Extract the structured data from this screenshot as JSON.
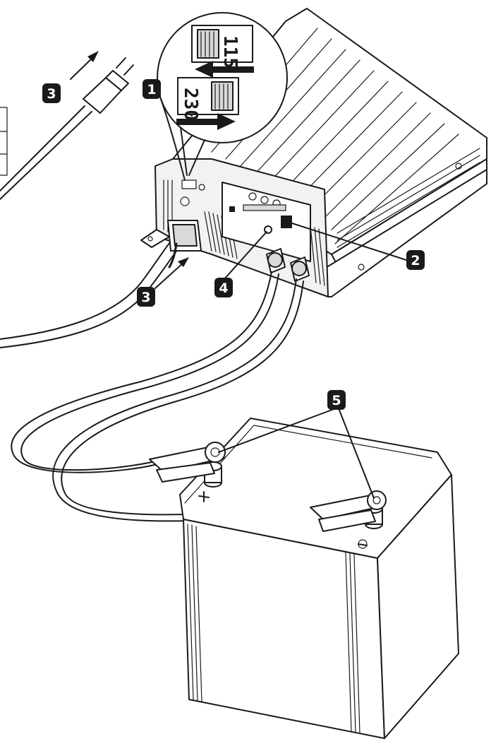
{
  "callouts": {
    "voltage_switch": "1",
    "indicator_panel": "2",
    "ac_cord_plug": "3",
    "ac_cord_inlet": "3",
    "reset_button": "4",
    "battery_clamps": "5"
  },
  "voltage_switch": {
    "setting_115": "115",
    "setting_230": "230"
  },
  "colors": {
    "line": "#1a1a1a",
    "badge": "#1a1a1a",
    "badge_text": "#ffffff",
    "background": "#ffffff"
  }
}
